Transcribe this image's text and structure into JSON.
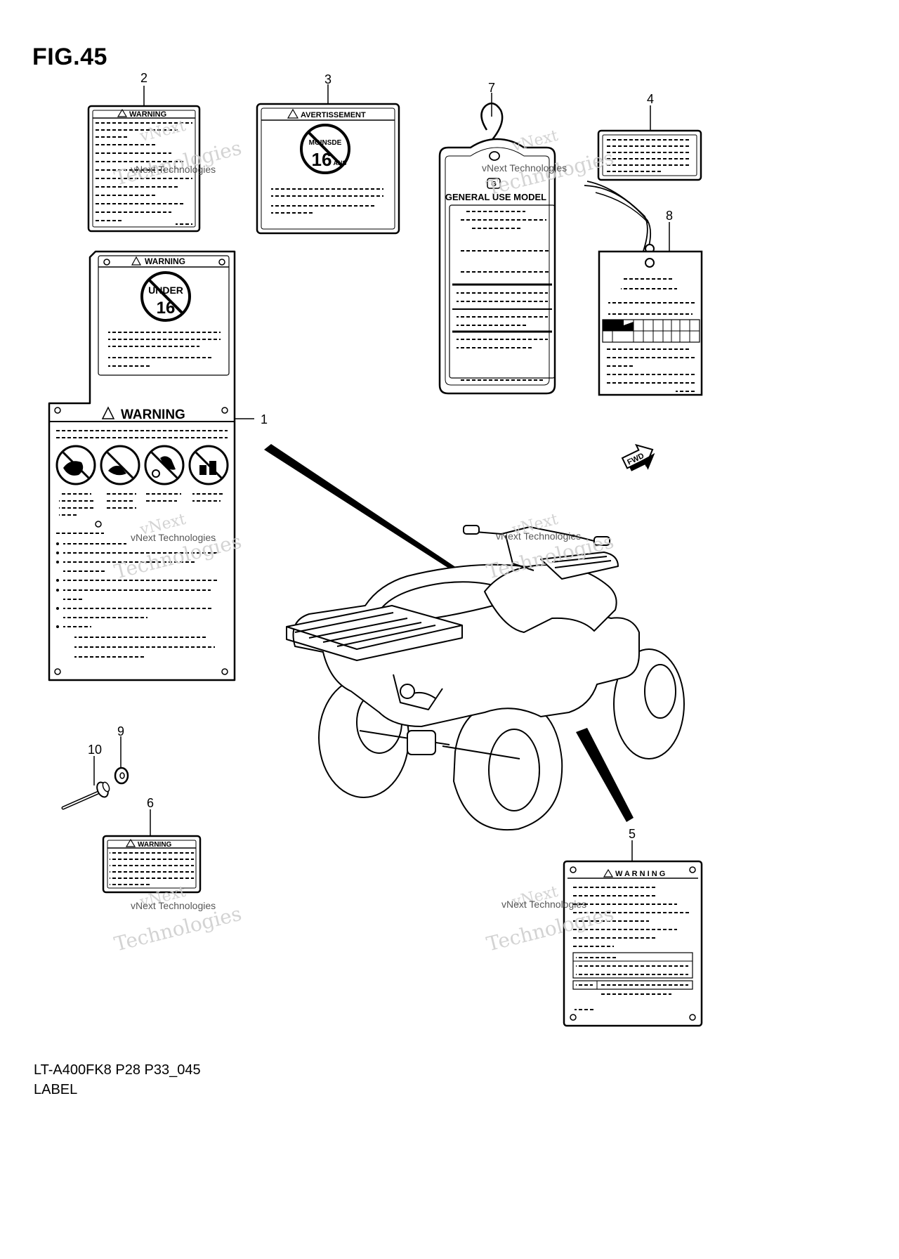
{
  "figure": {
    "title": "FIG.45",
    "code": "LT-A400FK8 P28 P33_045",
    "name": "LABEL"
  },
  "callouts": [
    "1",
    "2",
    "3",
    "4",
    "5",
    "6",
    "7",
    "8",
    "9",
    "10"
  ],
  "labels": {
    "warning": "WARNING",
    "warning_spaced": "W A R N I N G",
    "avertissement": "AVERTISSEMENT",
    "under": "UNDER",
    "sixteen": "16",
    "moinsde": "MOINSDE",
    "ans": "ANS",
    "general_use_model": "GENERAL USE MODEL",
    "g_mark": "G",
    "fwd": "FWD"
  },
  "watermark": {
    "line1": "vNext",
    "line2": "vNext Technologies",
    "line3": "Technologies"
  }
}
